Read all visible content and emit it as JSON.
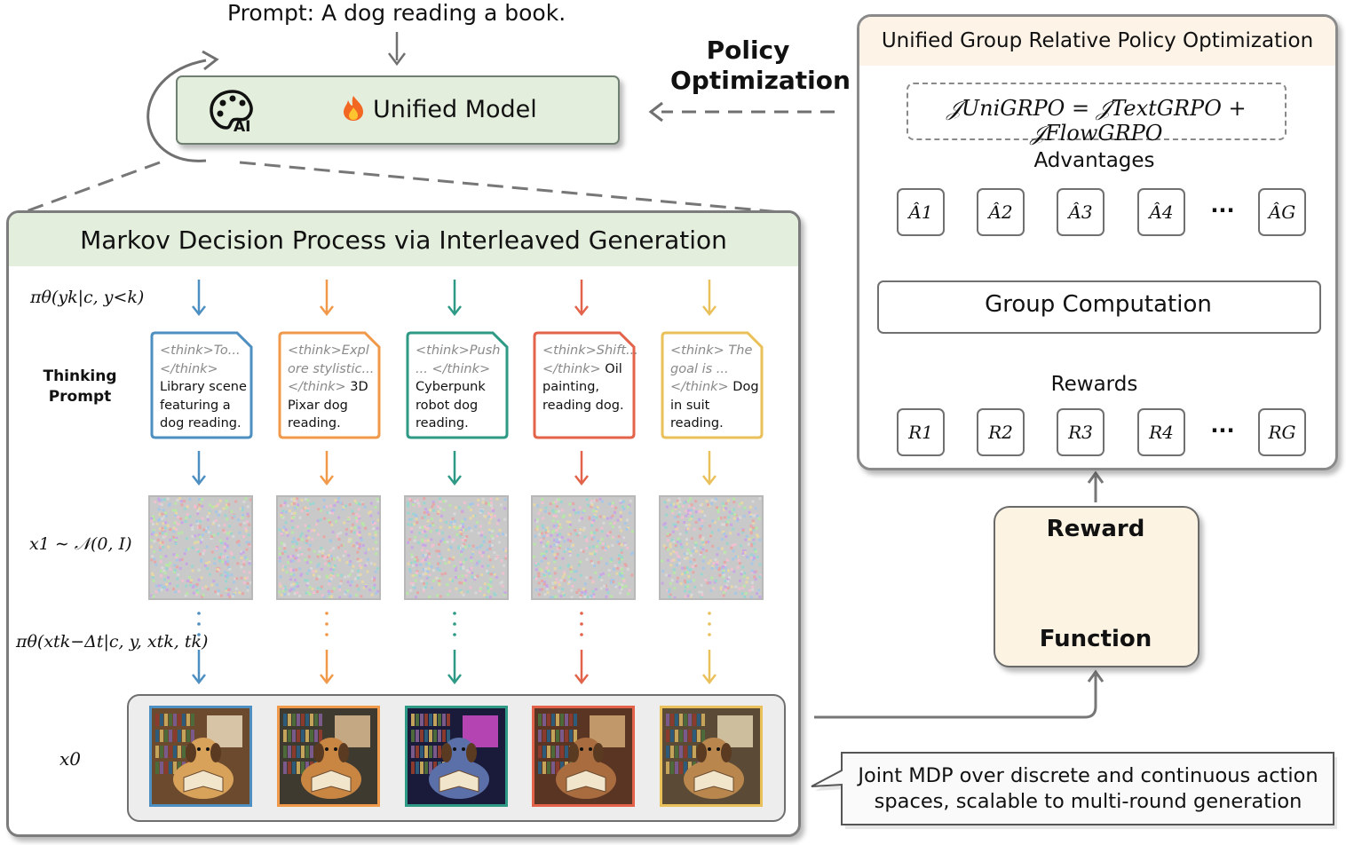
{
  "prompt_text": "Prompt: A dog reading a book.",
  "unified_model": {
    "label": "Unified Model",
    "logo_text": "AI"
  },
  "policy_optimization": {
    "line1": "Policy",
    "line2": "Optimization"
  },
  "ugrpo": {
    "title": "Unified Group Relative Policy Optimization",
    "formula": "𝒥UniGRPO = 𝒥TextGRPO + 𝒥FlowGRPO",
    "advantages_label": "Advantages",
    "advantages": [
      "Â1",
      "Â2",
      "Â3",
      "Â4",
      "···",
      "ÂG"
    ],
    "group_computation": "Group Computation",
    "rewards_label": "Rewards",
    "rewards": [
      "R1",
      "R2",
      "R3",
      "R4",
      "···",
      "RG"
    ]
  },
  "reward_function": {
    "top": "Reward",
    "bottom": "Function"
  },
  "callout": "Joint MDP over discrete and continuous action spaces, scalable to multi-round generation",
  "mdp": {
    "title": "Markov Decision Process via Interleaved Generation",
    "row_labels": {
      "policy_text": "πθ(yk|c, y<k)",
      "thinking": "Thinking Prompt",
      "noise": "x1 ∼ 𝒩(0, I)",
      "policy_flow": "πθ(xtk−Δt|c, y, xtk, tk)",
      "output": "x0"
    },
    "colors": [
      "#4d8fc0",
      "#f0994a",
      "#2e9a86",
      "#e3634a",
      "#e9c05a"
    ],
    "cards": [
      {
        "think": "<think>To... </think>",
        "prompt": "Library scene featuring a dog reading."
      },
      {
        "think": "<think>Expl ore stylistic... </think>",
        "prompt": "3D Pixar dog reading."
      },
      {
        "think": "<think>Push ... </think>",
        "prompt": "Cyberpunk robot dog reading."
      },
      {
        "think": "<think>Shift... </think>",
        "prompt": "Oil painting, reading dog."
      },
      {
        "think": "<think> The goal is ... </think>",
        "prompt": "Dog in suit reading."
      }
    ]
  }
}
